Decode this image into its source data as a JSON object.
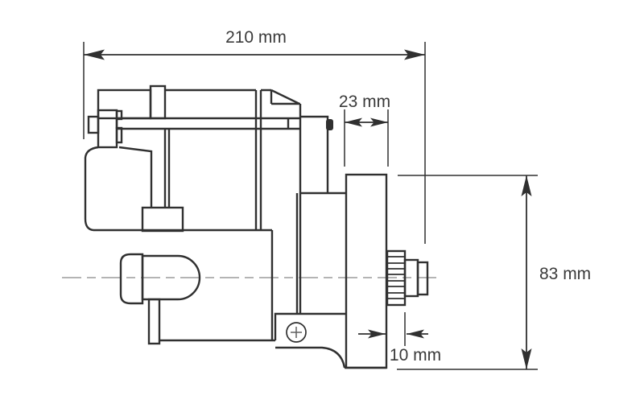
{
  "dimensions": {
    "total_length": {
      "label": "210 mm",
      "value": 210,
      "unit": "mm"
    },
    "flange_width": {
      "label": "23 mm",
      "value": 23,
      "unit": "mm"
    },
    "flange_height": {
      "label": "83 mm",
      "value": 83,
      "unit": "mm"
    },
    "pinion_protrusion": {
      "label": "10 mm",
      "value": 10,
      "unit": "mm"
    }
  },
  "colors": {
    "background": "#ffffff",
    "line": "#303030",
    "centerline": "#9b9b9b",
    "text": "#3a3a3a",
    "screw_cross": "#606060"
  }
}
